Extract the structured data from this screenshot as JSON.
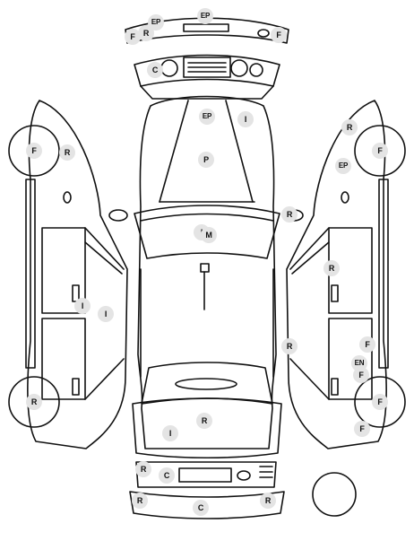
{
  "colors": {
    "line": "#111111",
    "marker_bg": "#e4e4e4",
    "marker_text": "#111111"
  },
  "markers": [
    {
      "label": "EP"
    },
    {
      "label": "EP"
    },
    {
      "label": "F"
    },
    {
      "label": "R"
    },
    {
      "label": "F"
    },
    {
      "label": "C"
    },
    {
      "label": "EP"
    },
    {
      "label": "I"
    },
    {
      "label": "P"
    },
    {
      "label": "F"
    },
    {
      "label": "R"
    },
    {
      "label": "R"
    },
    {
      "label": "F"
    },
    {
      "label": "EP"
    },
    {
      "label": "R"
    },
    {
      "label": "I"
    },
    {
      "label": "M"
    },
    {
      "label": "I"
    },
    {
      "label": "I"
    },
    {
      "label": "R"
    },
    {
      "label": "R"
    },
    {
      "label": "F"
    },
    {
      "label": "EN"
    },
    {
      "label": "F"
    },
    {
      "label": "R"
    },
    {
      "label": "F"
    },
    {
      "label": "F"
    },
    {
      "label": "R"
    },
    {
      "label": "I"
    },
    {
      "label": "R"
    },
    {
      "label": "C"
    },
    {
      "label": "R"
    },
    {
      "label": "C"
    },
    {
      "label": "R"
    }
  ]
}
